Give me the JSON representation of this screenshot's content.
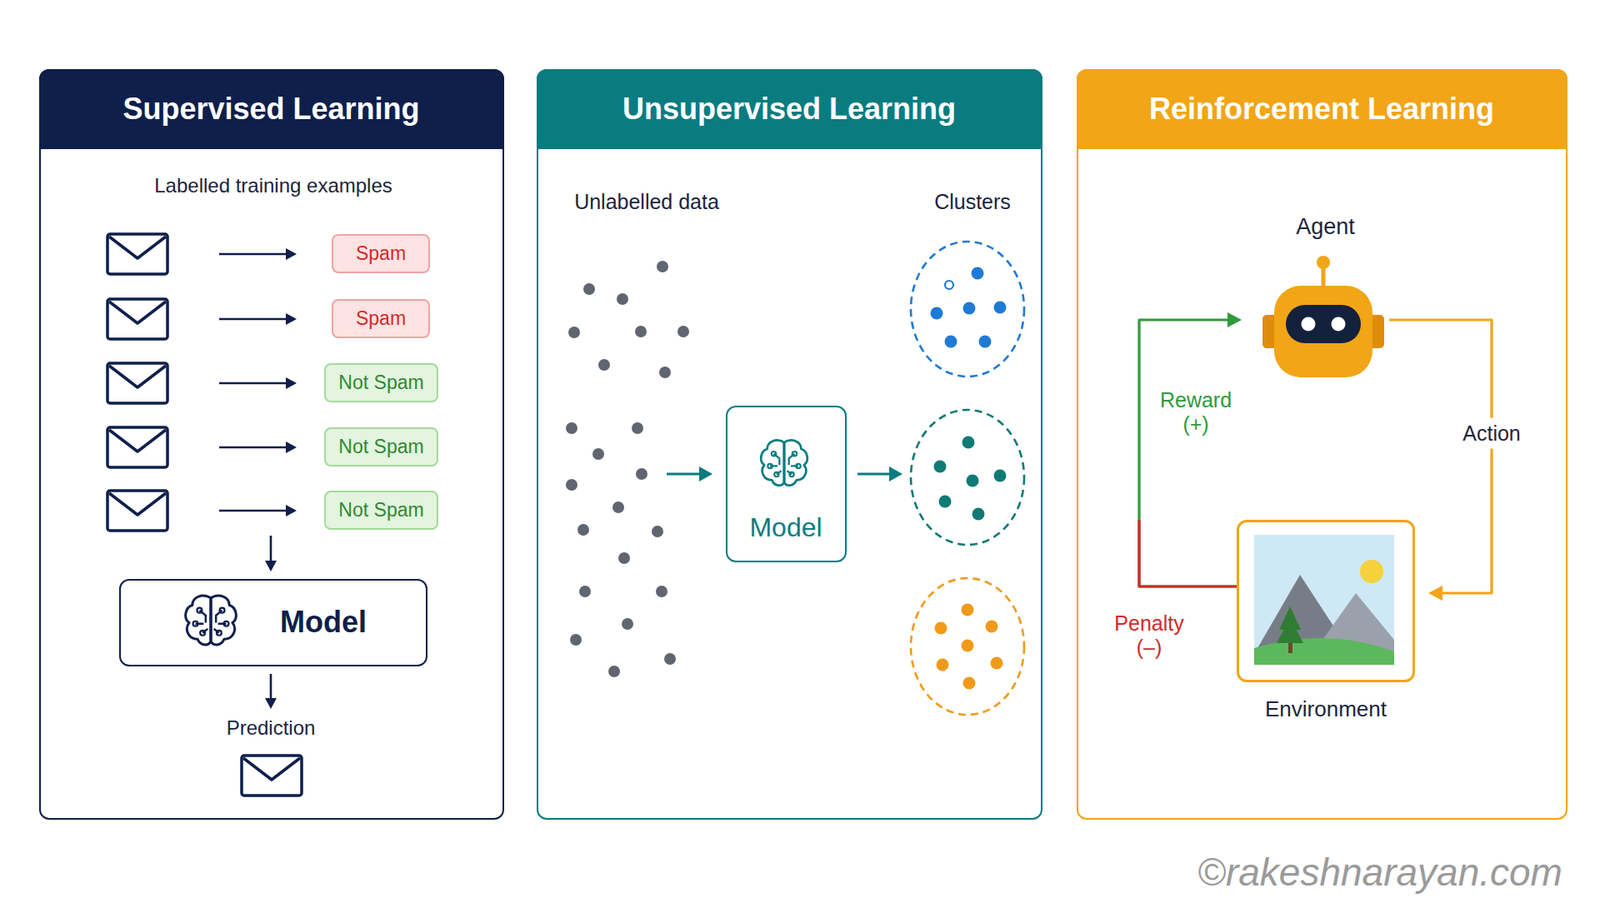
{
  "diagram": {
    "nodes": [
      {
        "text": [
          "Supervised Learning"
        ]
      },
      {
        "text": [
          "Spam"
        ],
        "in": 0
      },
      {
        "text": [
          "Spam"
        ],
        "in": 0
      },
      {
        "text": [
          "Not Spam"
        ],
        "in": 0
      },
      {
        "text": [
          "Not Spam"
        ],
        "in": 0
      },
      {
        "text": [
          "Not Spam"
        ],
        "in": 0
      },
      {
        "text": [
          "Model"
        ],
        "in": 0
      },
      {
        "text": [
          "Unsupervised Learning"
        ]
      },
      {
        "text": [
          "Model"
        ],
        "in": 7
      },
      {
        "text": [
          "Reinforcement Learning"
        ]
      },
      {
        "text": [
          "Agent"
        ],
        "in": 9
      },
      {
        "text": [
          "Environment"
        ],
        "in": 9
      }
    ],
    "edges": [
      {
        "from": 10,
        "to": 11,
        "label": "Action",
        "arrow": "to"
      },
      {
        "from": 11,
        "to": 10,
        "label": "Reward (+)",
        "arrow": "to"
      }
    ],
    "labels": [
      "Labelled training examples",
      "Prediction",
      "Unlabelled data",
      "Clusters",
      "Penalty (–)",
      "©rakeshnarayan.com"
    ]
  }
}
